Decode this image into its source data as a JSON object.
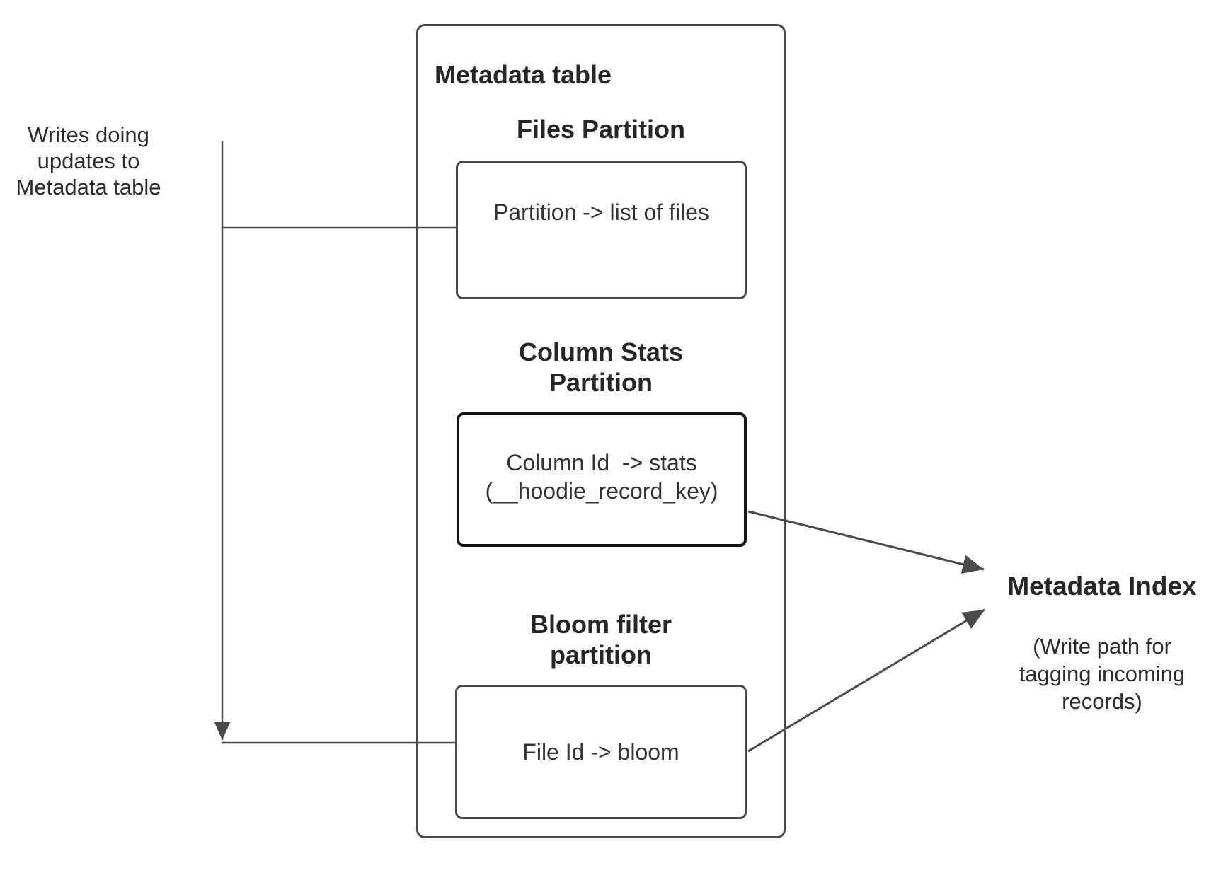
{
  "colors": {
    "connector_line": "#4a4a4a",
    "outer_box_border": "#4a4a4a",
    "inner_box_border": "#4a4a4a",
    "stats_box_border": "#141414",
    "heading_text": "#262626",
    "body_text": "#333333",
    "background": "#ffffff"
  },
  "left_note": {
    "lines": [
      "Writes doing",
      "updates to",
      "Metadata table"
    ]
  },
  "metadata_table": {
    "title": "Metadata table",
    "files_partition": {
      "heading": "Files Partition",
      "mapping": "Partition -> list of files"
    },
    "column_stats_partition": {
      "heading_lines": [
        "Column Stats",
        "Partition"
      ],
      "mapping_lines": [
        "Column Id  -> stats",
        "(__hoodie_record_key)"
      ]
    },
    "bloom_filter_partition": {
      "heading_lines": [
        "Bloom filter",
        "partition"
      ],
      "mapping": "File Id -> bloom"
    }
  },
  "metadata_index": {
    "title": "Metadata Index",
    "caption_lines": [
      "(Write path for",
      "tagging incoming",
      "records)"
    ]
  }
}
